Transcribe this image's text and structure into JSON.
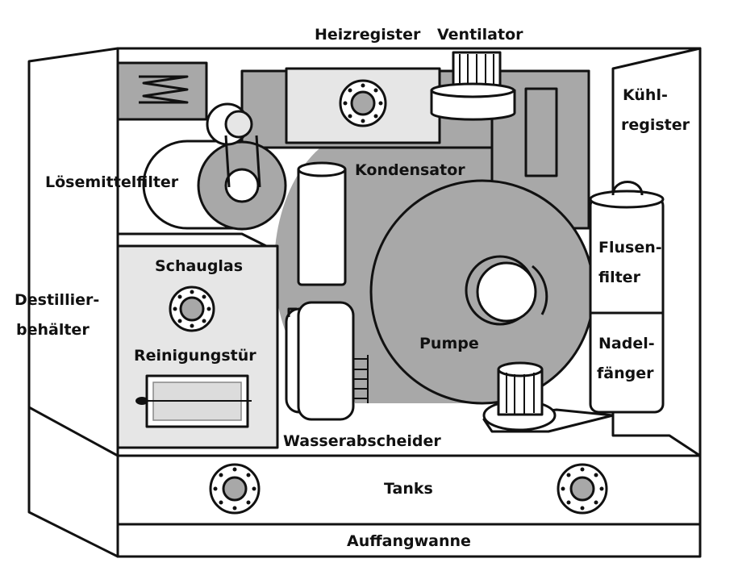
{
  "colors": {
    "line": "#111111",
    "paper": "#ffffff",
    "dark_fill": "#a8a8a8",
    "mid_fill": "#c4c4c4",
    "light_fill": "#e6e6e6"
  },
  "labels": {
    "heizregister": "Heizregister",
    "ventilator": "Ventilator",
    "kuehl_line1": "Kühl-",
    "kuehl_line2": "register",
    "loesemittelfilter": "Lösemittelfilter",
    "kondensator": "Kondensator",
    "flusen_line1": "Flusen-",
    "flusen_line2": "filter",
    "schauglas": "Schauglas",
    "destillier_line1": "Destillier-",
    "destillier_line2": "behälter",
    "pumpe": "Pumpe",
    "nadel_line1": "Nadel-",
    "nadel_line2": "fänger",
    "reinigungstuer": "Reinigungstür",
    "wasserabscheider": "Wasserabscheider",
    "tanks": "Tanks",
    "auffangwanne": "Auffangwanne"
  }
}
